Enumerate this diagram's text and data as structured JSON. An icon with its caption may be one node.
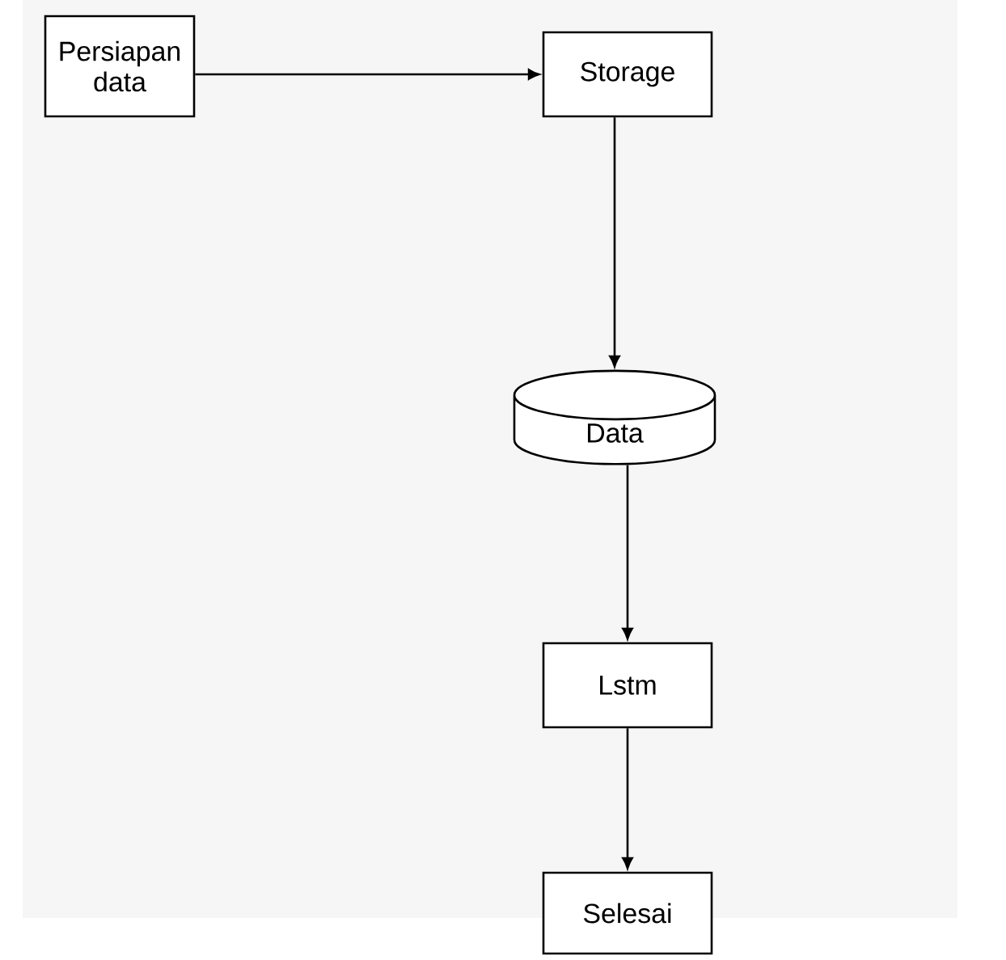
{
  "diagram": {
    "nodes": [
      {
        "text": [
          "Persiapan data"
        ]
      },
      {
        "text": [
          "Storage"
        ]
      },
      {
        "text": [
          "Data"
        ]
      },
      {
        "text": [
          "Lstm"
        ]
      },
      {
        "text": [
          "Selesai"
        ]
      }
    ],
    "edges": [
      {
        "from": 0,
        "to": 1,
        "arrow": "to"
      },
      {
        "from": 1,
        "to": 2,
        "arrow": "to"
      },
      {
        "from": 2,
        "to": 3,
        "arrow": "to"
      },
      {
        "from": 3,
        "to": 4,
        "arrow": "to"
      }
    ]
  }
}
